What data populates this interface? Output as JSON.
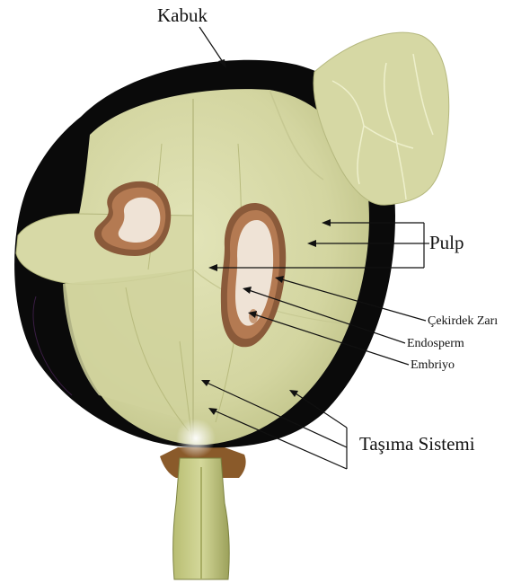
{
  "labels": {
    "kabuk": "Kabuk",
    "pulp": "Pulp",
    "cekirdek_zari": "Çekirdek Zarı",
    "endosperm": "Endosperm",
    "embriyo": "Embriyo",
    "tasima_sistemi": "Taşıma Sistemi"
  },
  "colors": {
    "skin": "#0a0a0a",
    "pulp": "#d6d8a6",
    "pulp_shade": "#c4c68e",
    "seed_coat": "#8a5a3a",
    "endosperm": "#efe3d6",
    "stem": "#9ea55a",
    "stem_base": "#8a5a2a"
  }
}
